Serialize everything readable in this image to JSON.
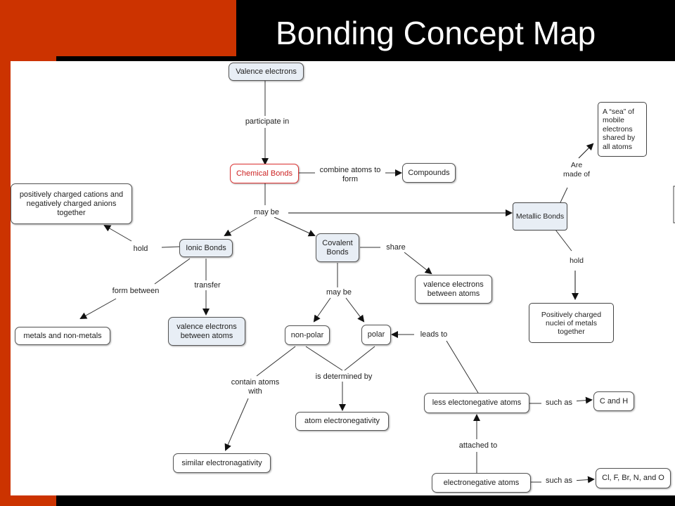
{
  "title": "Bonding Concept Map",
  "nodes": {
    "valence_electrons": "Valence electrons",
    "chemical_bonds": "Chemical Bonds",
    "compounds": "Compounds",
    "cations_anions": "positively charged cations and negatively charged anions together",
    "ionic_bonds": "Ionic Bonds",
    "covalent_bonds": "Covalent Bonds",
    "metals_nonmetals": "metals and non-metals",
    "valence_between_ionic": "valence electrons between atoms",
    "valence_between_covalent": "valence electrons between atoms",
    "non_polar": "non-polar",
    "polar": "polar",
    "atom_electronegativity": "atom electronegativity",
    "similar_electronegativity": "similar electronagativity",
    "less_electronegative": "less electonegative atoms",
    "c_and_h": "C and H",
    "electronegative_atoms": "electronegative atoms",
    "halogens": "Cl, F, Br, N, and O",
    "metallic_bonds": "Metallic Bonds",
    "sea_electrons": "A “sea” of mobile electrons shared by all atoms",
    "nuclei": "Positively charged nuclei of metals together"
  },
  "links": {
    "participate_in": "participate in",
    "combine_atoms": "combine atoms to form",
    "may_be_1": "may be",
    "hold_1": "hold",
    "form_between": "form between",
    "transfer": "transfer",
    "share": "share",
    "may_be_2": "may be",
    "contain": "contain atoms with",
    "determined_by": "is determined by",
    "leads_to": "leads to",
    "such_as_1": "such as",
    "attached_to": "attached to",
    "such_as_2": "such as",
    "are_made_of": "Are made of",
    "hold_2": "hold"
  }
}
